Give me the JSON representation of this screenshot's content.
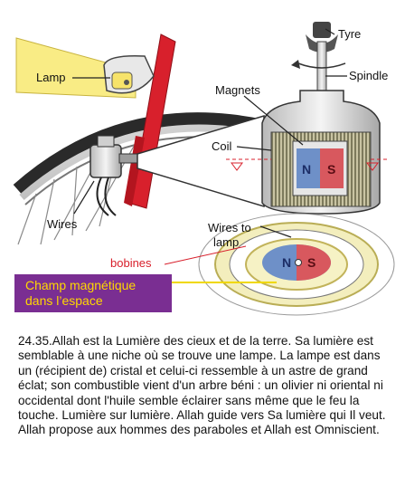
{
  "labels": {
    "tyre": "Tyre",
    "lamp": "Lamp",
    "spindle": "Spindle",
    "magnets": "Magnets",
    "coil": "Coil",
    "wires": "Wires",
    "wires_to_lamp_1": "Wires to",
    "wires_to_lamp_2": "lamp",
    "bobines": "bobines",
    "pole_n": "N",
    "pole_s": "S",
    "pole_n_bottom": "N",
    "pole_s_bottom": "S"
  },
  "field_box": {
    "line1": "Champ magnétique",
    "line2": "dans l’espace"
  },
  "caption": "24.35.Allah est la Lumière des cieux et de la terre. Sa lumière est semblable à une niche où se trouve une lampe. La lampe est dans un (récipient de) cristal et celui-ci ressemble à un astre de grand éclat; son combustible vient d'un arbre béni : un olivier ni oriental ni occidental dont l'huile semble éclairer sans même que le feu la touche. Lumière sur lumière. Allah guide vers Sa lumière qui Il veut. Allah propose aux hommes des paraboles et Allah est Omniscient.",
  "colors": {
    "frame_red": "#d8202c",
    "field_box_bg": "#7a2e92",
    "field_box_text": "#ffd800",
    "lamp_yellow": "#f7e36a",
    "n_pole_blue": "#6e90c8",
    "s_pole_red": "#d8585e"
  }
}
